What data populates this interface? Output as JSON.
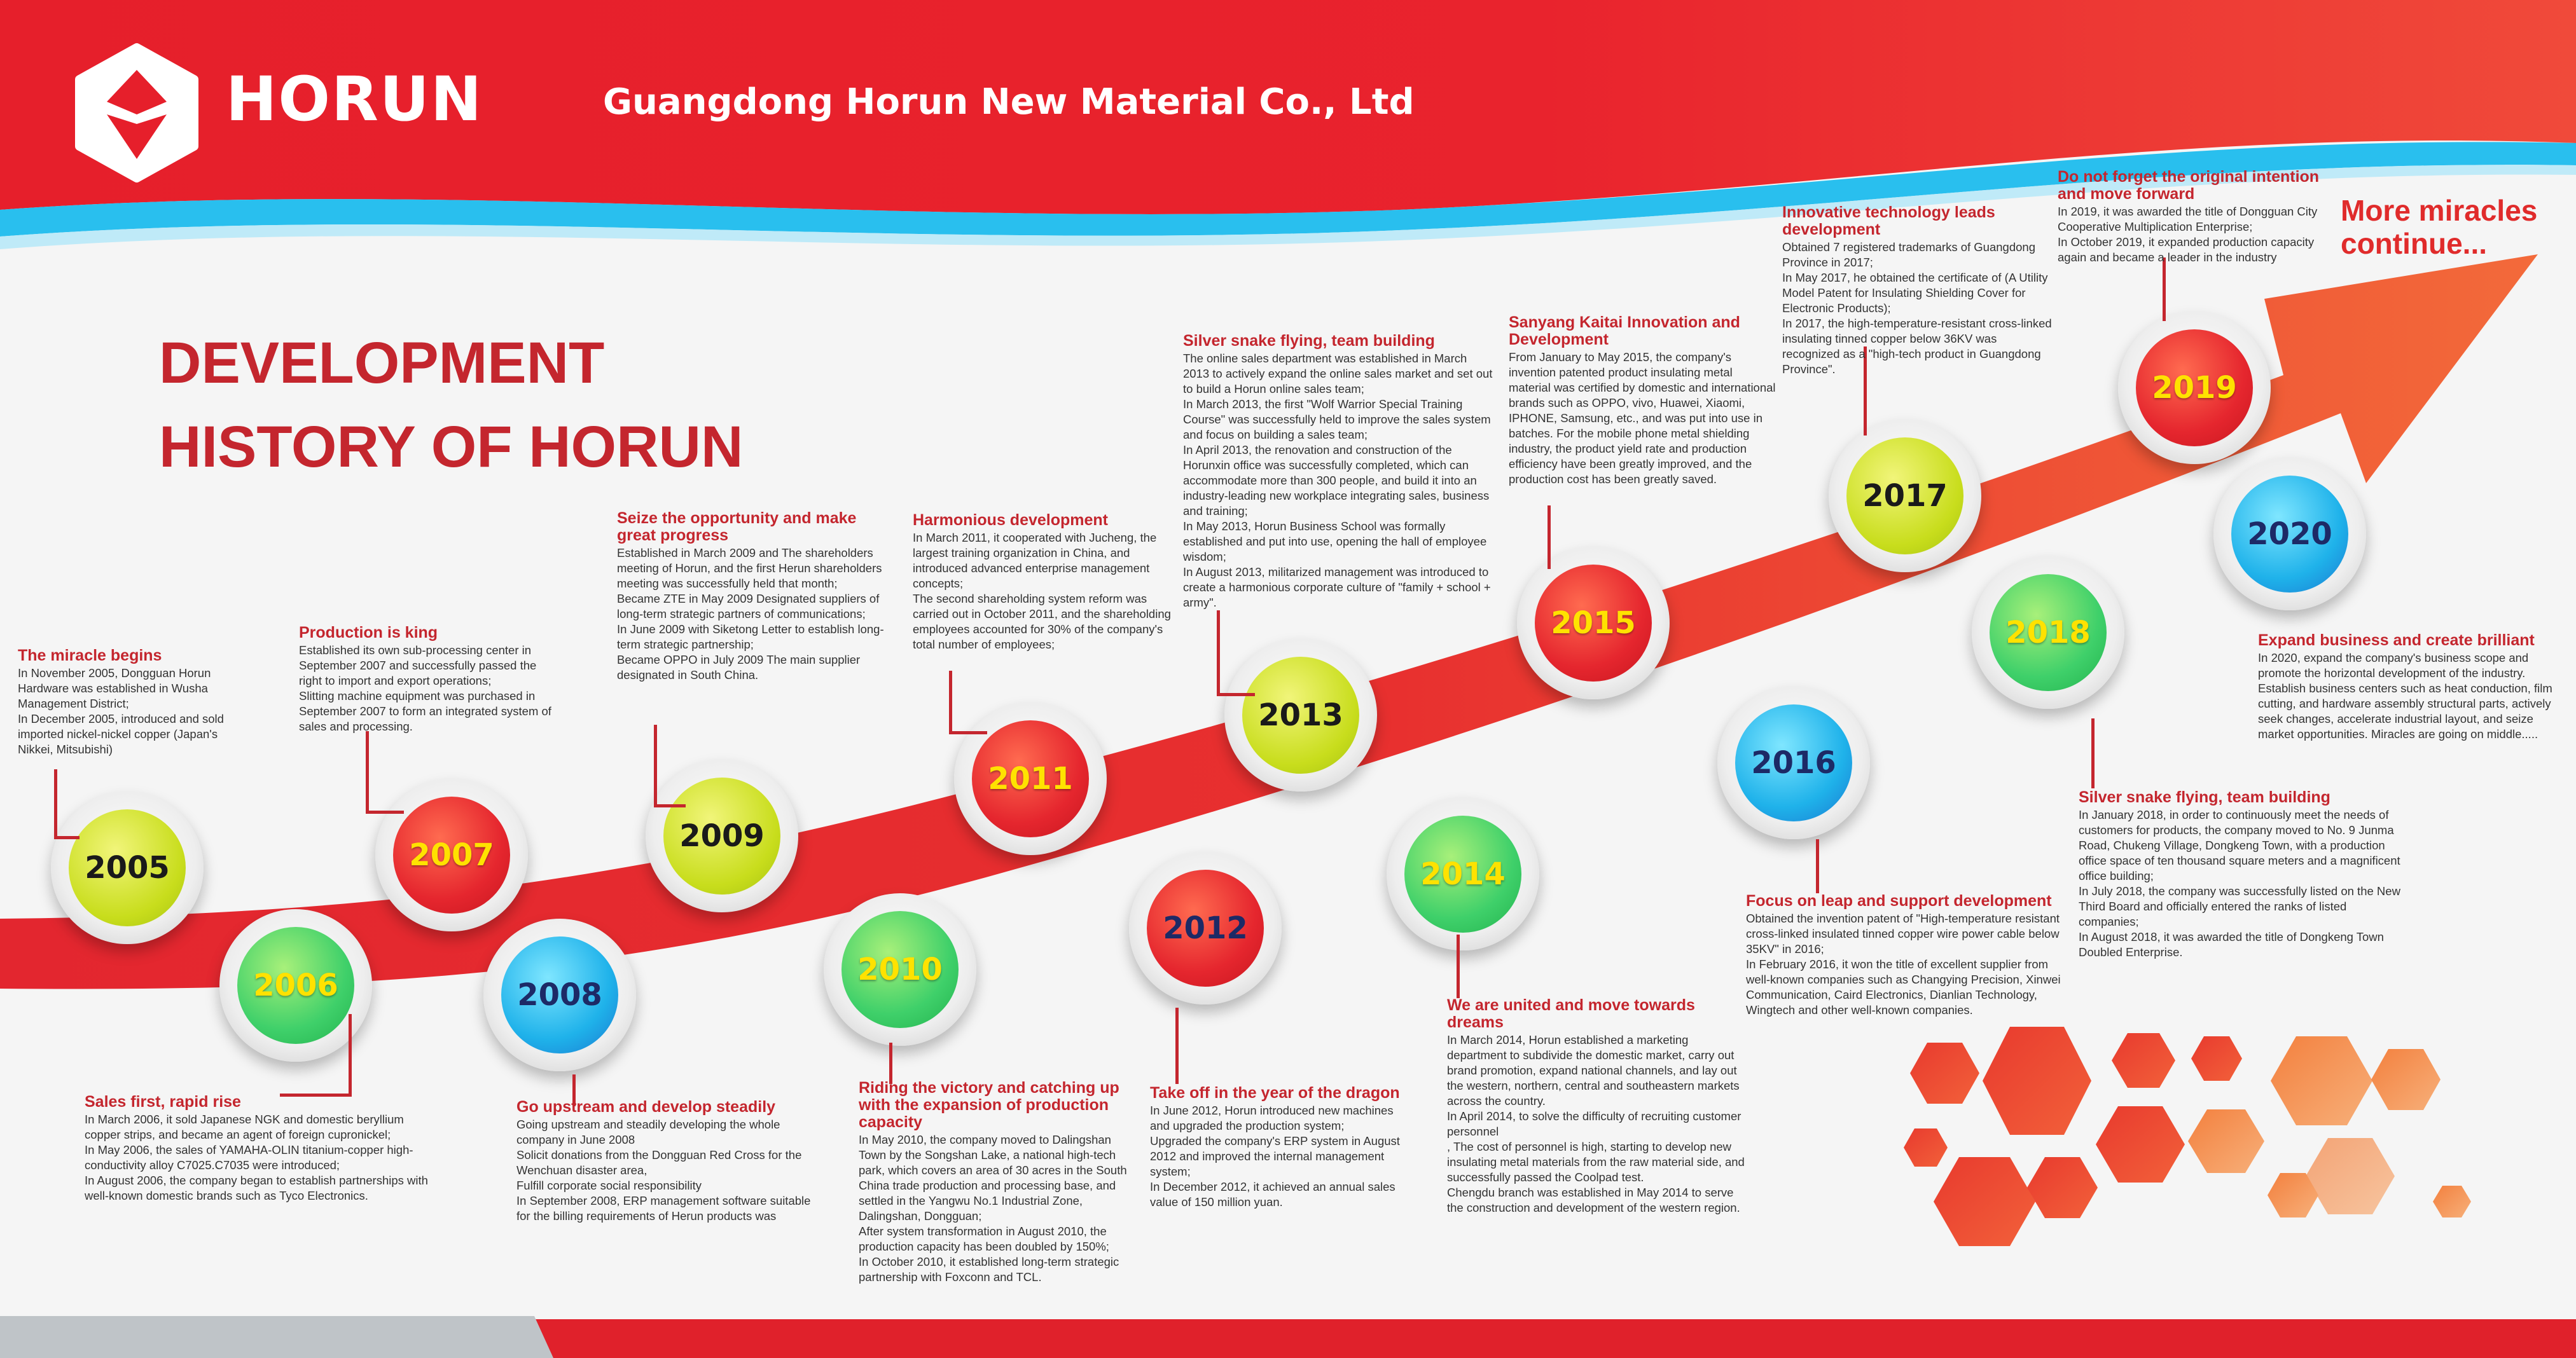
{
  "header": {
    "brand": "HORUN",
    "company": "Guangdong Horun New Material Co., Ltd"
  },
  "title": {
    "line1": "DEVELOPMENT",
    "line2": "HISTORY OF HORUN"
  },
  "closing": "More miracles\ncontinue...",
  "colors": {
    "red": "#c4262e",
    "header_red": "#e0212b",
    "cyan_band": "#2cc2f0",
    "green": "#7fd33c",
    "lime": "#d2e031",
    "blue": "#2da8e6"
  },
  "years": [
    {
      "year": "2005",
      "color": "lime"
    },
    {
      "year": "2006",
      "color": "green"
    },
    {
      "year": "2007",
      "color": "red"
    },
    {
      "year": "2008",
      "color": "blue"
    },
    {
      "year": "2009",
      "color": "lime"
    },
    {
      "year": "2010",
      "color": "green"
    },
    {
      "year": "2011",
      "color": "red"
    },
    {
      "year": "2012",
      "color": "red"
    },
    {
      "year": "2013",
      "color": "lime"
    },
    {
      "year": "2014",
      "color": "green"
    },
    {
      "year": "2015",
      "color": "red"
    },
    {
      "year": "2016",
      "color": "blue"
    },
    {
      "year": "2017",
      "color": "lime"
    },
    {
      "year": "2018",
      "color": "green"
    },
    {
      "year": "2019",
      "color": "red"
    },
    {
      "year": "2020",
      "color": "blue"
    }
  ],
  "events": [
    {
      "heading": "The miracle begins",
      "body": "In November 2005, Dongguan Horun Hardware was established in Wusha Management District;\nIn December 2005, introduced and sold imported nickel-nickel copper (Japan's Nikkei, Mitsubishi)"
    },
    {
      "heading": "Sales first, rapid rise",
      "body": "In March 2006, it sold Japanese NGK and domestic beryllium copper strips, and became an agent of foreign cupronickel;\nIn May 2006, the sales of YAMAHA-OLIN titanium-copper high-conductivity alloy C7025.C7035 were introduced;\nIn August 2006, the company began to establish partnerships with well-known domestic brands such as Tyco Electronics."
    },
    {
      "heading": "Production is king",
      "body": "Established its own sub-processing center in September 2007 and successfully passed the right to import and export operations;\nSlitting machine equipment was purchased in September 2007 to form an integrated system of sales and processing."
    },
    {
      "heading": "Go upstream and develop steadily",
      "body": "Going upstream and steadily developing the whole company in June 2008\nSolicit donations from the Dongguan Red Cross for the Wenchuan disaster area,\nFulfill corporate social responsibility\nIn September 2008, ERP management software suitable for the billing requirements of Herun products was"
    },
    {
      "heading": "Seize the opportunity and make great progress",
      "body": "Established in March 2009 and The shareholders meeting of Horun, and the first Herun shareholders meeting was successfully held that month;\nBecame ZTE in May 2009 Designated suppliers of long-term strategic partners of communications;\nIn June 2009 with Siketong Letter to establish long-term strategic partnership;\nBecame OPPO in July 2009 The main supplier designated in South China."
    },
    {
      "heading": "Riding the victory and catching up with the expansion of production capacity",
      "body": "In May 2010, the company moved to Dalingshan Town by the Songshan Lake, a national high-tech park, which covers an area of 30 acres in the South China trade production and processing base, and settled in the Yangwu No.1 Industrial Zone, Dalingshan, Dongguan;\nAfter system transformation in August 2010, the production capacity has been doubled by 150%;\nIn October 2010, it established long-term strategic partnership with Foxconn and TCL."
    },
    {
      "heading": "Harmonious development",
      "body": "In March 2011, it cooperated with Jucheng, the largest training organization in China, and introduced advanced enterprise management concepts;\nThe second shareholding system reform was carried out in October 2011, and the shareholding employees accounted for 30% of the company's total number of employees;"
    },
    {
      "heading": "Take off in the year of the dragon",
      "body": "In June 2012, Horun introduced new machines and upgraded the production system;\nUpgraded the company's ERP system in August 2012 and improved the internal management system;\nIn December 2012, it achieved an annual sales value of 150 million yuan."
    },
    {
      "heading": "Silver snake flying, team building",
      "body": "The online sales department was established in March 2013 to actively expand the online sales market and set out to build a Horun online sales team;\nIn March 2013, the first \"Wolf Warrior Special Training Course\" was successfully held to improve the sales system and focus on building a sales team;\nIn April 2013, the renovation and construction of the Horunxin office was successfully completed, which can accommodate more than 300 people, and build it into an industry-leading new workplace integrating sales, business and training;\nIn May 2013, Horun Business School was formally established and put into use, opening the hall of employee wisdom;\nIn August 2013, militarized management was introduced to create a harmonious corporate culture of \"family + school + army\"."
    },
    {
      "heading": "We are united and move towards dreams",
      "body": "In March 2014, Horun established a marketing department to subdivide the domestic market, carry out brand promotion, expand national channels, and lay out the western, northern, central and southeastern markets across the country.\nIn April 2014, to solve the difficulty of recruiting customer personnel\n, The cost of personnel is high, starting to develop new insulating metal materials from the raw material side, and successfully passed the Coolpad test.\nChengdu branch was established in May 2014 to serve the construction and development of the western region."
    },
    {
      "heading": "Sanyang Kaitai Innovation and Development",
      "body": "From January to May 2015, the company's invention patented product insulating metal material was certified by domestic and international brands such as OPPO, vivo, Huawei, Xiaomi, IPHONE, Samsung, etc., and was put into use in batches. For the mobile phone metal shielding industry, the product yield rate and production efficiency have been greatly improved, and the production cost has been greatly saved."
    },
    {
      "heading": "Focus on leap and support development",
      "body": "Obtained the invention patent of \"High-temperature resistant cross-linked insulated tinned copper wire power cable below 35KV\" in 2016;\nIn February 2016, it won the title of excellent supplier from well-known companies such as Changying Precision, Xinwei Communication, Caird Electronics, Dianlian Technology, Wingtech and other well-known companies."
    },
    {
      "heading": "Innovative technology leads development",
      "body": "Obtained 7 registered trademarks of Guangdong Province in 2017;\nIn May 2017, he obtained the certificate of (A Utility Model Patent for Insulating Shielding Cover for Electronic Products);\nIn 2017, the high-temperature-resistant cross-linked insulating tinned copper below 36KV was recognized as a \"high-tech product in Guangdong Province\"."
    },
    {
      "heading": "Silver snake flying, team building",
      "body": "In January 2018, in order to continuously meet the needs of customers for products, the company moved to No. 9 Junma Road, Chukeng Village, Dongkeng Town, with a production office space of ten thousand square meters and a magnificent office building;\nIn July 2018, the company was successfully listed on the New Third Board and officially entered the ranks of listed companies;\nIn August 2018, it was awarded the title of Dongkeng Town Doubled Enterprise."
    },
    {
      "heading": "Do not forget the original intention and move forward",
      "body": "In 2019, it was awarded the title of Dongguan City Cooperative Multiplication Enterprise;\nIn October 2019, it expanded production capacity again and became a leader in the industry"
    },
    {
      "heading": "Expand business and create brilliant",
      "body": "In 2020, expand the company's business scope and promote the horizontal development of the industry. Establish business centers such as heat conduction, film cutting, and hardware assembly structural parts, actively seek changes, accelerate industrial layout, and seize market opportunities. Miracles are going on middle....."
    }
  ]
}
